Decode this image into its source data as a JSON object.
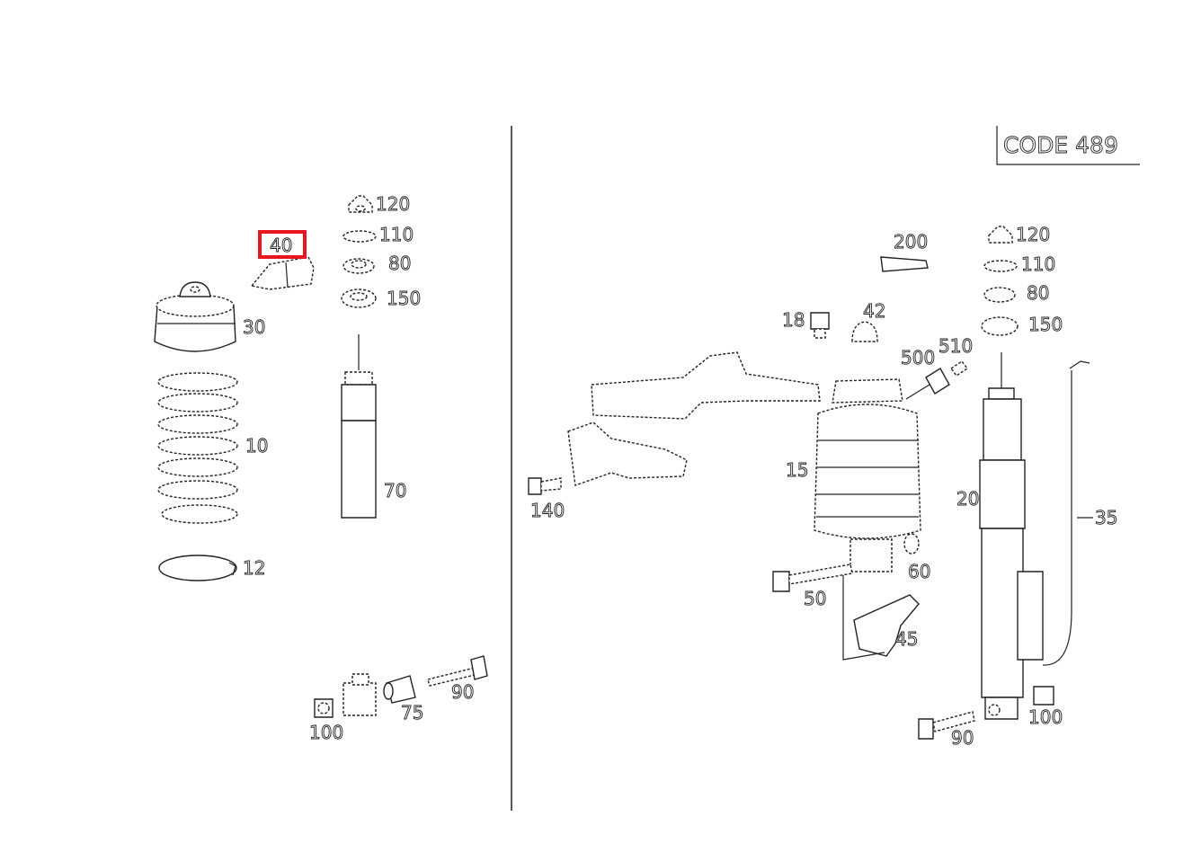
{
  "code_box": {
    "text": "CODE 489"
  },
  "highlight": {
    "label": "40"
  },
  "left_labels": {
    "l120": "120",
    "l110": "110",
    "l80": "80",
    "l150": "150",
    "l40": "40",
    "l30": "30",
    "l10": "10",
    "l70": "70",
    "l12": "12",
    "l90": "90",
    "l75": "75",
    "l100": "100"
  },
  "right_labels": {
    "r200": "200",
    "r120": "120",
    "r110": "110",
    "r80": "80",
    "r150": "150",
    "r18": "18",
    "r42": "42",
    "r500": "500",
    "r510": "510",
    "r15": "15",
    "r140": "140",
    "r20": "20",
    "r35": "35",
    "r60": "60",
    "r50": "50",
    "r45": "45",
    "r90": "90",
    "r100": "100"
  },
  "colors": {
    "highlight": "#e8141e",
    "line": "#222222"
  }
}
